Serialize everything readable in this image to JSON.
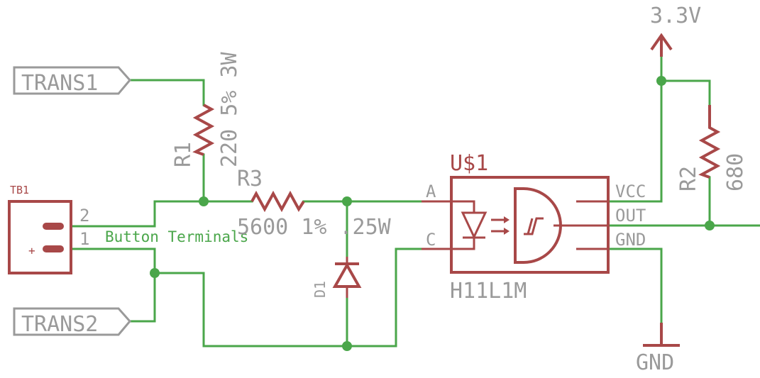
{
  "colors": {
    "wire": "#4aa64a",
    "part": "#a84848",
    "label": "#9a9a9a",
    "background": "#ffffff"
  },
  "supply": {
    "label": "3.3V"
  },
  "ground": {
    "label": "GND"
  },
  "flags": {
    "trans1": "TRANS1",
    "trans2": "TRANS2"
  },
  "terminal_block": {
    "name": "TB1",
    "pin2": "2",
    "pin1": "1",
    "plus": "+",
    "net_label": "Button Terminals"
  },
  "r1": {
    "name": "R1",
    "value": "220 5% 3W"
  },
  "r3": {
    "name": "R3",
    "value": "5600 1% .25W"
  },
  "r2": {
    "name": "R2",
    "value": "680"
  },
  "d1": {
    "name": "D1"
  },
  "u1": {
    "name": "U$1",
    "part": "H11L1M",
    "pins": {
      "a": "A",
      "c": "C",
      "vcc": "VCC",
      "out": "OUT",
      "gnd": "GND"
    }
  }
}
